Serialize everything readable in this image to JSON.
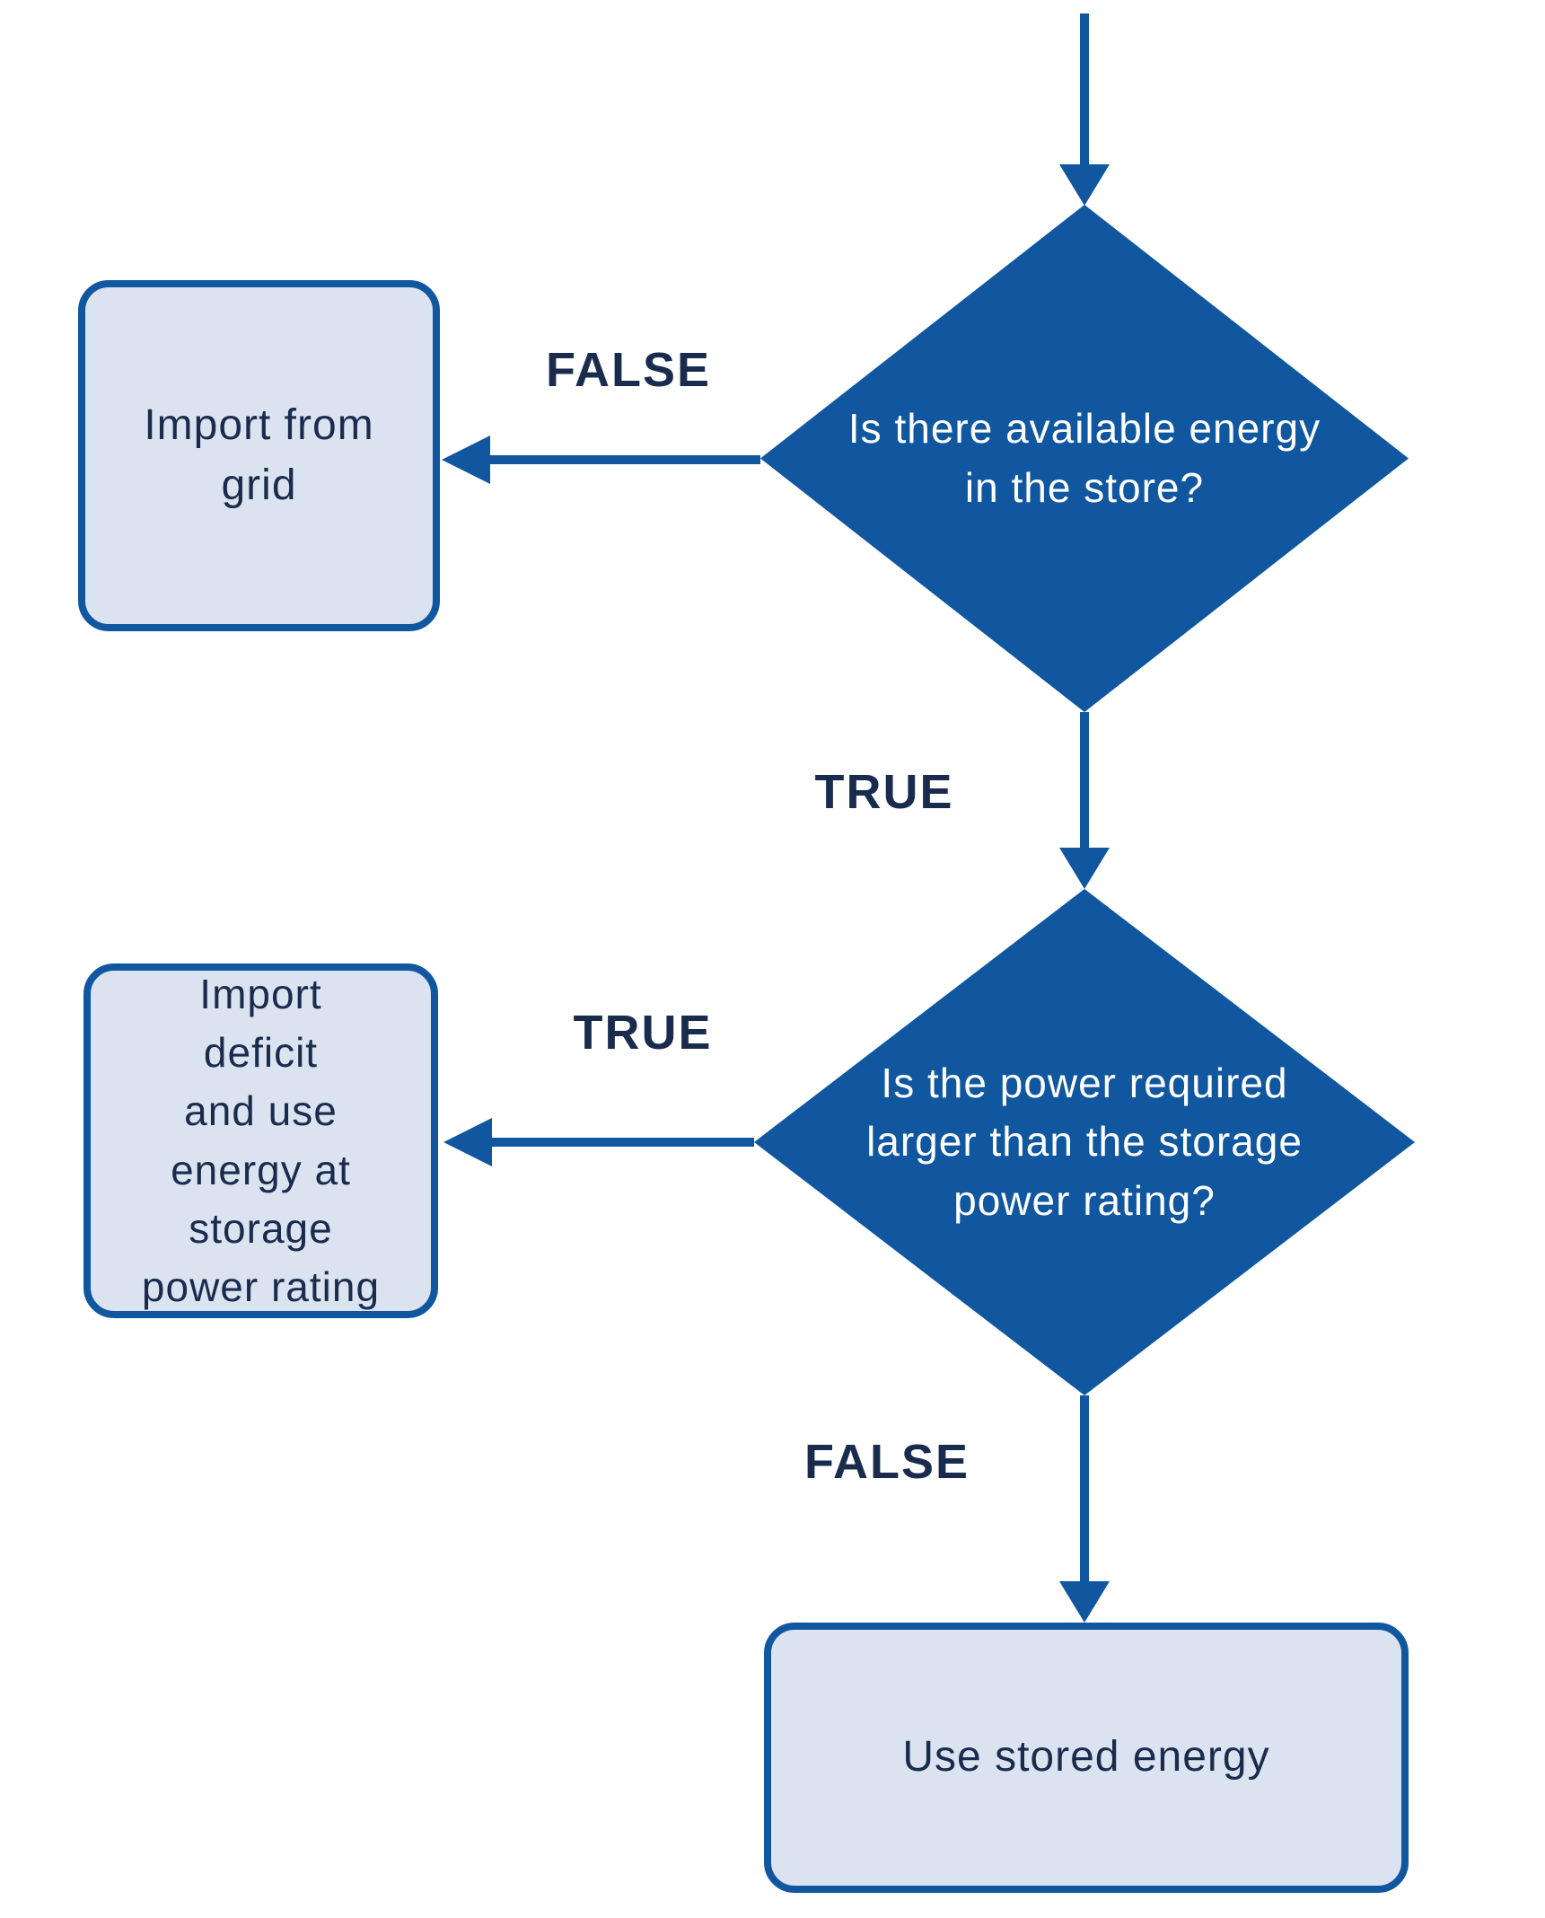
{
  "colors": {
    "blue": "#1057a0",
    "light-fill": "#dce3f0",
    "navy": "#1a2c4e",
    "white-text": "#ffffff"
  },
  "nodes": {
    "decision_available_energy": {
      "lines": [
        "Is there available energy",
        "in the store?"
      ]
    },
    "decision_power_rating": {
      "lines": [
        "Is the power required",
        "larger than the storage",
        "power rating?"
      ]
    },
    "process_import_grid": {
      "lines": [
        "Import from",
        "grid"
      ]
    },
    "process_import_deficit": {
      "lines": [
        "Import",
        "deficit",
        "and use",
        "energy at",
        "storage",
        "power rating"
      ]
    },
    "process_use_stored": {
      "lines": [
        "Use stored energy"
      ]
    }
  },
  "edges": {
    "false_to_import_grid": {
      "label": "FALSE"
    },
    "true_to_power_decision": {
      "label": "TRUE"
    },
    "true_to_import_deficit": {
      "label": "TRUE"
    },
    "false_to_use_stored": {
      "label": "FALSE"
    }
  }
}
